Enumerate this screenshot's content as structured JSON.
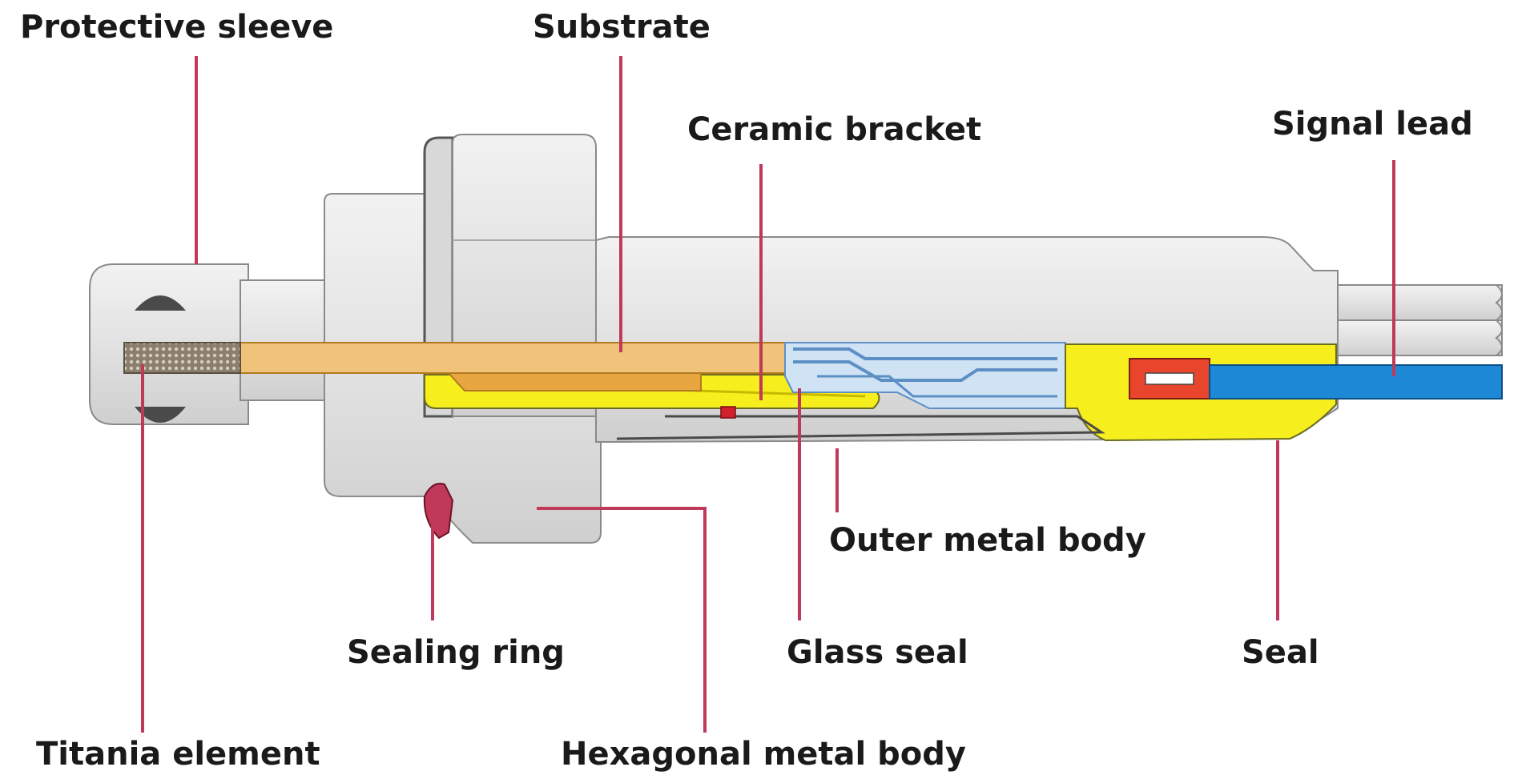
{
  "labels": {
    "protective_sleeve": "Protective sleeve",
    "substrate": "Substrate",
    "ceramic_bracket": "Ceramic bracket",
    "signal_lead": "Signal lead",
    "outer_metal_body": "Outer metal body",
    "sealing_ring": "Sealing ring",
    "glass_seal": "Glass seal",
    "seal": "Seal",
    "titania_element": "Titania element",
    "hexagonal_metal_body": "Hexagonal metal body"
  },
  "colors": {
    "leader_line": "#c0395a",
    "metal": "#e4e4e4",
    "metal_dark": "#9a9a9a",
    "substrate": "#f0c27a",
    "substrate_edge": "#b07a1f",
    "yellow_seal": "#f7ee1e",
    "glass": "#cfe3f5",
    "glass_edge": "#5d8fc4",
    "signal_blue": "#1d88d6",
    "connector_red": "#e8452c",
    "text": "#1a1a1a"
  }
}
